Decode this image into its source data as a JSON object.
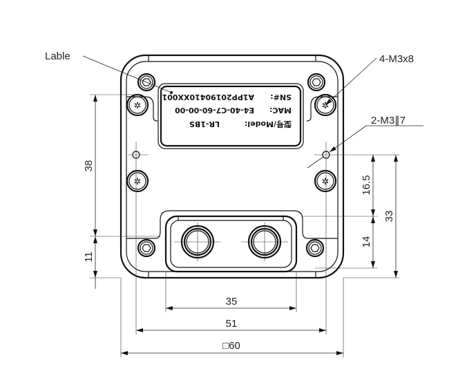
{
  "callouts": {
    "label": "Lable",
    "screws": "4-M3x8",
    "holes": "2-M3∥7"
  },
  "nameplate": {
    "model_key": "型号/Model:",
    "model_value": "LR-1BS",
    "mac_key": "MAC:",
    "mac_value": "E4-40-C7-60-00-00",
    "sn_key": "SN#:",
    "sn_value": "A1PP20190410XX001"
  },
  "dimensions": {
    "left_upper": "38",
    "left_lower": "11",
    "right_upper": "16.5",
    "right_lower": "14",
    "right_total": "33",
    "bottom_connector": "35",
    "bottom_holes": "51",
    "bottom_overall": "□60"
  }
}
